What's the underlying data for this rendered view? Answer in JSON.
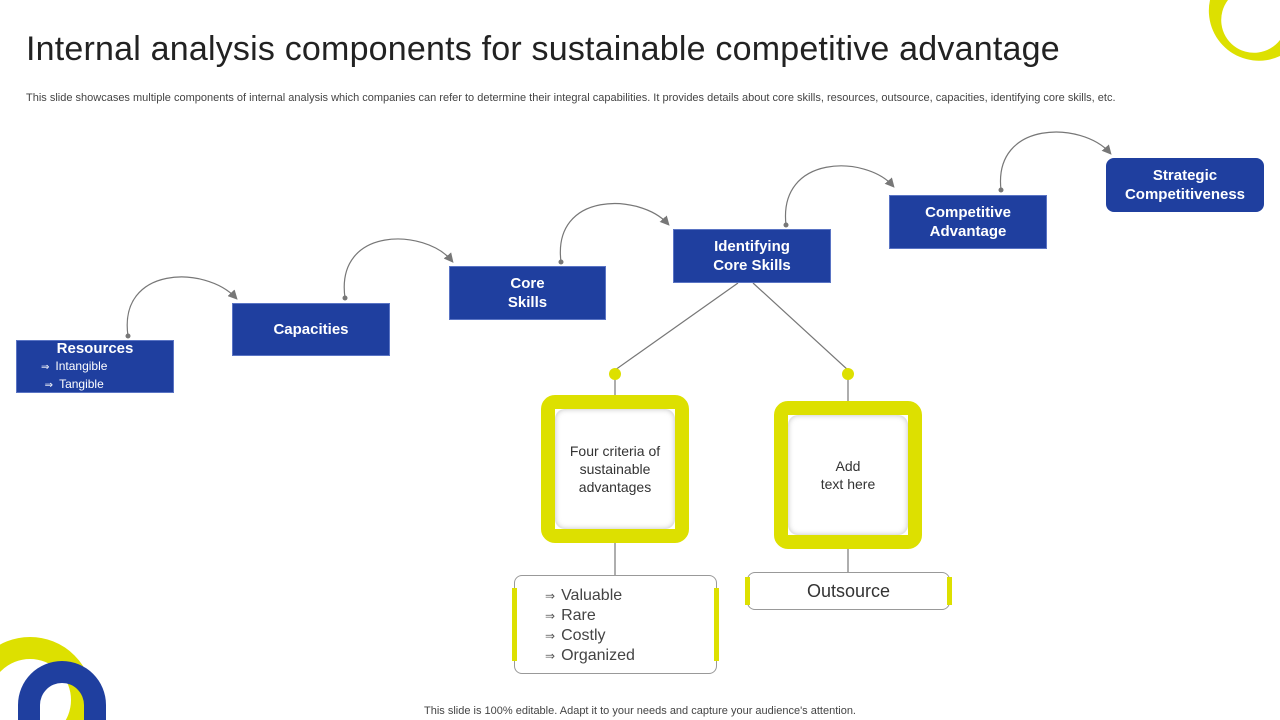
{
  "header": {
    "title": "Internal analysis components for sustainable competitive advantage",
    "subtitle": "This slide showcases multiple components of internal analysis which companies can refer to determine their integral capabilities. It provides details about core skills, resources, outsource, capacities, identifying core skills, etc."
  },
  "steps": {
    "resources": {
      "label": "Resources",
      "items": [
        "Intangible",
        "Tangible"
      ]
    },
    "capacities": {
      "label": "Capacities"
    },
    "core_skills": {
      "line1": "Core",
      "line2": "Skills"
    },
    "identifying": {
      "line1": "Identifying",
      "line2": "Core Skills"
    },
    "competitive": {
      "line1": "Competitive",
      "line2": "Advantage"
    },
    "strategic": {
      "line1": "Strategic",
      "line2": "Competitiveness"
    }
  },
  "branches": {
    "criteria_box": {
      "line1": "Four criteria of",
      "line2": "sustainable",
      "line3": "advantages"
    },
    "criteria_list": [
      "Valuable",
      "Rare",
      "Costly",
      "Organized"
    ],
    "add_text_box": {
      "line1": "Add",
      "line2": "text here"
    },
    "outsource_label": "Outsource"
  },
  "footer": {
    "text": "This slide is 100% editable. Adapt it to your needs and capture your audience's attention."
  },
  "colors": {
    "blue": "#1f3f9f",
    "yellow": "#dde000",
    "connector": "#777777"
  }
}
